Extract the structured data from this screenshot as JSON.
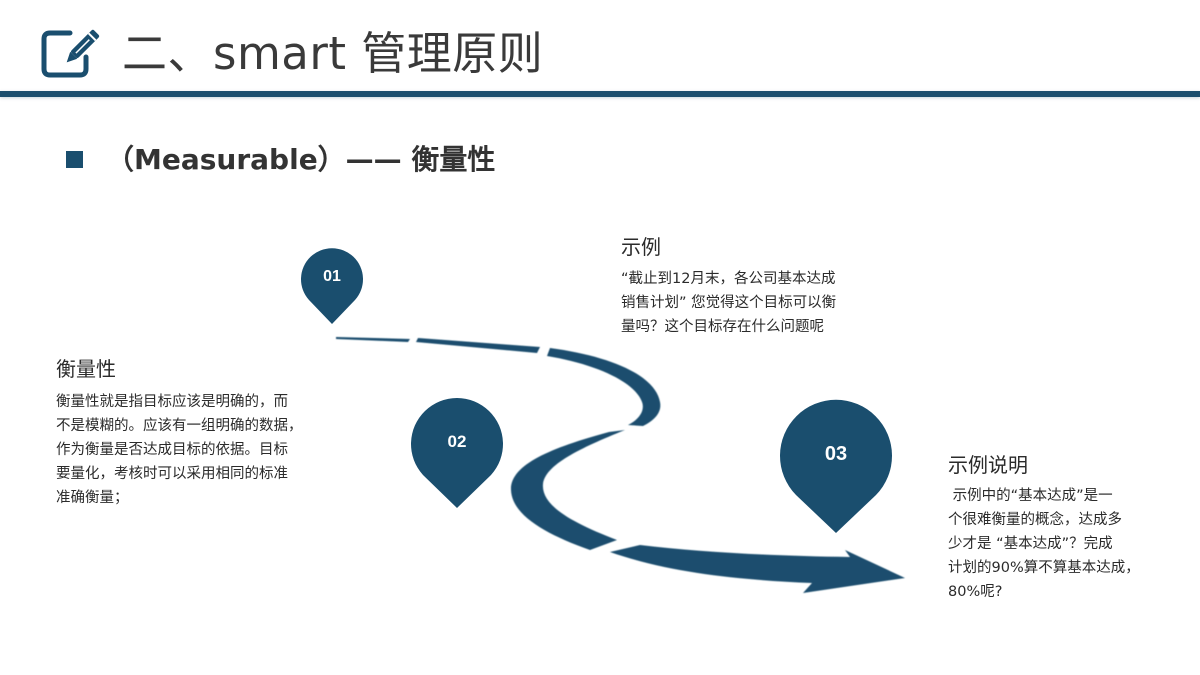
{
  "header": {
    "icon": "edit-pencil-square-icon",
    "title": "二、smart 管理原则"
  },
  "section": {
    "bullet_icon": "square-bullet-icon",
    "heading": "（Measurable）—— 衡量性"
  },
  "colors": {
    "accent": "#1a4e6e",
    "text": "#2b2b2b",
    "background": "#ffffff"
  },
  "steps": [
    {
      "number": "01"
    },
    {
      "number": "02"
    },
    {
      "number": "03"
    }
  ],
  "definition": {
    "title": "衡量性",
    "lines": [
      "衡量性就是指目标应该是明确的，而",
      "不是模糊的。应该有一组明确的数据，",
      "作为衡量是否达成目标的依据。目标",
      "要量化，考核时可以采用相同的标准",
      "准确衡量；"
    ]
  },
  "example": {
    "title": "示例",
    "lines": [
      "“截止到12月末，各公司基本达成",
      "销售计划”  您觉得这个目标可以衡",
      "量吗？这个目标存在什么问题呢"
    ]
  },
  "explanation": {
    "title": "示例说明",
    "lines": [
      " 示例中的“基本达成”是一",
      "个很难衡量的概念，达成多",
      "少才是 “基本达成”？完成",
      "计划的90%算不算基本达成，",
      "80%呢?"
    ]
  }
}
